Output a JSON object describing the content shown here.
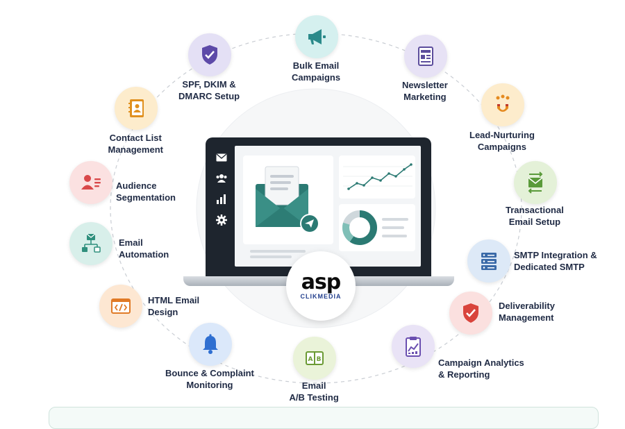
{
  "center": {
    "logo_main": "asp",
    "logo_sub": "CLIKMEDIA"
  },
  "services": [
    {
      "id": "bulk",
      "lines": [
        "Bulk Email",
        "Campaigns"
      ],
      "icon": "megaphone-icon",
      "color": "#d5f0ef",
      "accent": "#2b8a8a"
    },
    {
      "id": "newsletter",
      "lines": [
        "Newsletter",
        "Marketing"
      ],
      "icon": "newsletter-icon",
      "color": "#e7e2f5",
      "accent": "#5c4d9c"
    },
    {
      "id": "lead",
      "lines": [
        "Lead-Nurturing",
        "Campaigns"
      ],
      "icon": "magnet-people-icon",
      "color": "#fdeccc",
      "accent": "#e58a1f"
    },
    {
      "id": "transactional",
      "lines": [
        "Transactional",
        "Email Setup"
      ],
      "icon": "email-sync-icon",
      "color": "#e4f1d8",
      "accent": "#5a9a3a"
    },
    {
      "id": "smtp",
      "lines": [
        "SMTP Integration &",
        "Dedicated SMTP"
      ],
      "icon": "server-icon",
      "color": "#dde9f7",
      "accent": "#3a6aa8"
    },
    {
      "id": "deliverability",
      "lines": [
        "Deliverability",
        "Management"
      ],
      "icon": "shield-check-icon",
      "color": "#fbe0df",
      "accent": "#d9443c"
    },
    {
      "id": "analytics",
      "lines": [
        "Campaign Analytics",
        "& Reporting"
      ],
      "icon": "clipboard-chart-icon",
      "color": "#e9e3f6",
      "accent": "#6a4fb0"
    },
    {
      "id": "abtest",
      "lines": [
        "Email",
        "A/B Testing"
      ],
      "icon": "ab-test-icon",
      "color": "#eaf3d9",
      "accent": "#6b9a34"
    },
    {
      "id": "bounce",
      "lines": [
        "Bounce & Complaint",
        "Monitoring"
      ],
      "icon": "bell-icon",
      "color": "#dbe8fa",
      "accent": "#2f6fd1"
    },
    {
      "id": "html",
      "lines": [
        "HTML Email",
        "Design"
      ],
      "icon": "code-window-icon",
      "color": "#fde7d2",
      "accent": "#e07a26"
    },
    {
      "id": "automation",
      "lines": [
        "Email",
        "Automation"
      ],
      "icon": "workflow-icon",
      "color": "#d8efea",
      "accent": "#2f8f7d"
    },
    {
      "id": "segmentation",
      "lines": [
        "Audience",
        "Segmentation"
      ],
      "icon": "user-list-icon",
      "color": "#fbe1e1",
      "accent": "#d9484a"
    },
    {
      "id": "contacts",
      "lines": [
        "Contact List",
        "Management"
      ],
      "icon": "address-book-icon",
      "color": "#fdeccc",
      "accent": "#e0901f"
    },
    {
      "id": "spf",
      "lines": [
        "SPF, DKIM &",
        "DMARC Setup"
      ],
      "icon": "shield-icon",
      "color": "#e4e0f5",
      "accent": "#5d4aa8"
    }
  ]
}
